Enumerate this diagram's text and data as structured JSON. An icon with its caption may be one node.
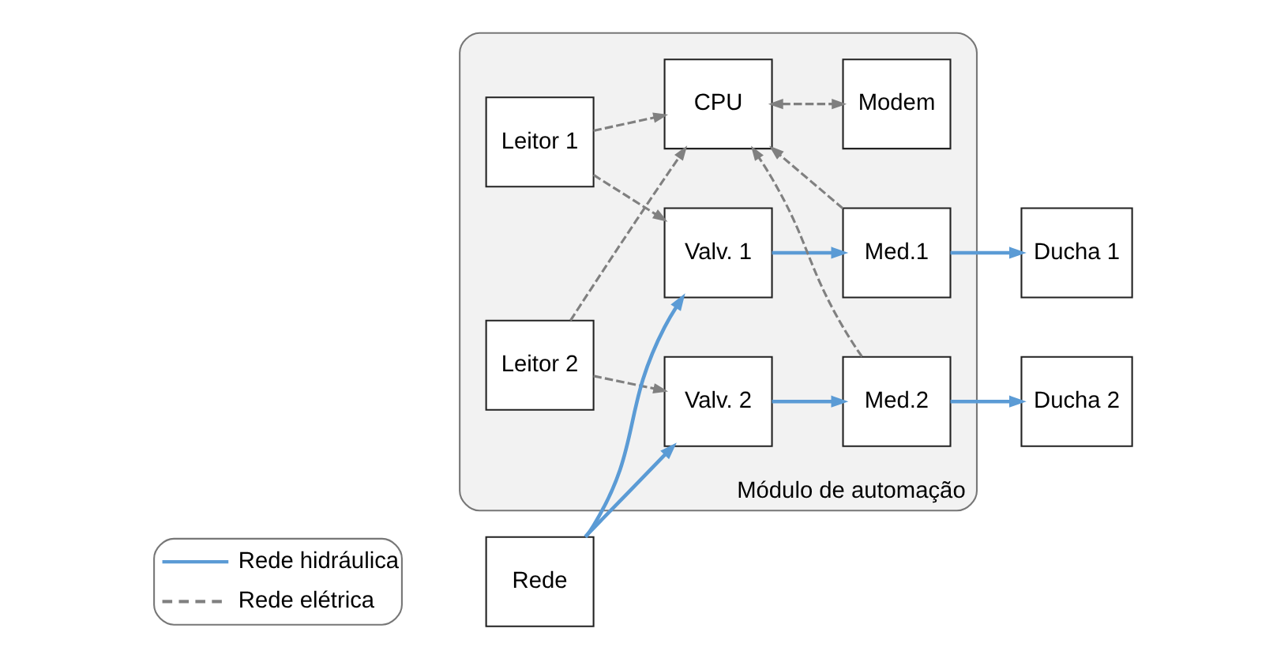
{
  "diagram": {
    "nodes": [
      {
        "text": [
          "Módulo de automação"
        ]
      },
      {
        "text": [
          "Leitor 1"
        ],
        "in": 0
      },
      {
        "text": [
          "Leitor 2"
        ],
        "in": 0
      },
      {
        "text": [
          "CPU"
        ],
        "in": 0
      },
      {
        "text": [
          "Modem"
        ],
        "in": 0
      },
      {
        "text": [
          "Valv. 1"
        ],
        "in": 0
      },
      {
        "text": [
          "Valv. 2"
        ],
        "in": 0
      },
      {
        "text": [
          "Med.1"
        ],
        "in": 0
      },
      {
        "text": [
          "Med.2"
        ],
        "in": 0
      },
      {
        "text": [
          "Ducha 1"
        ]
      },
      {
        "text": [
          "Ducha 2"
        ]
      },
      {
        "text": [
          "Rede"
        ]
      }
    ],
    "edges": [
      {
        "from": 1,
        "to": 5,
        "arrow": "to",
        "style": "dashed"
      },
      {
        "from": 1,
        "to": 3,
        "arrow": "to",
        "style": "dashed"
      },
      {
        "from": 7,
        "to": 3,
        "arrow": "to",
        "style": "dashed"
      },
      {
        "from": 3,
        "to": 4,
        "arrow": "both",
        "style": "dashed"
      },
      {
        "from": 2,
        "to": 6,
        "arrow": "to",
        "style": "dashed"
      },
      {
        "from": 2,
        "to": 3,
        "arrow": "to",
        "style": "dashed"
      },
      {
        "from": 8,
        "to": 3,
        "arrow": "to",
        "style": "dashed"
      },
      {
        "from": 11,
        "to": 5,
        "arrow": "to",
        "color": "#5b9bd5"
      },
      {
        "from": 11,
        "to": 6,
        "arrow": "to",
        "color": "#5b9bd5"
      },
      {
        "from": 5,
        "to": 7,
        "arrow": "to",
        "color": "#5b9bd5"
      },
      {
        "from": 7,
        "to": 9,
        "arrow": "to",
        "color": "#5b9bd5"
      },
      {
        "from": 6,
        "to": 8,
        "arrow": "to",
        "color": "#5b9bd5"
      },
      {
        "from": 8,
        "to": 10,
        "arrow": "to",
        "color": "#5b9bd5"
      }
    ],
    "legend": [
      {
        "text": "Rede hidráulica"
      },
      {
        "text": "Rede elétrica"
      }
    ]
  }
}
